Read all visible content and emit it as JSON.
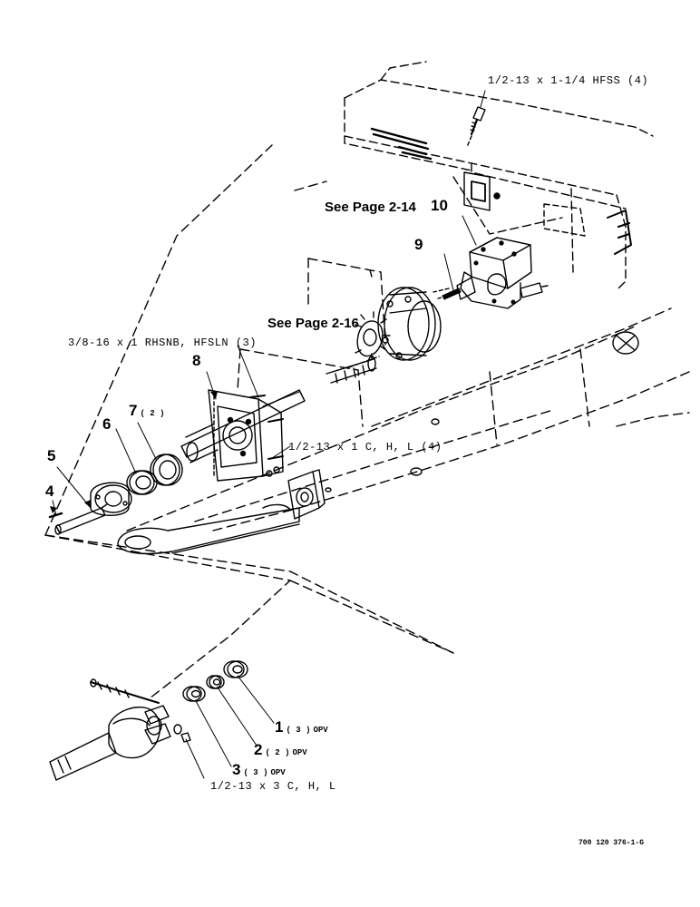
{
  "callouts": {
    "c1": {
      "num": "1",
      "qty": "( 3 )",
      "suffix": "OPV"
    },
    "c2": {
      "num": "2",
      "qty": "( 2 )",
      "suffix": "OPV"
    },
    "c3": {
      "num": "3",
      "qty": "( 3 )",
      "suffix": "OPV"
    },
    "c4": {
      "num": "4"
    },
    "c5": {
      "num": "5"
    },
    "c6": {
      "num": "6"
    },
    "c7": {
      "num": "7",
      "qty": "( 2 )"
    },
    "c8": {
      "num": "8"
    },
    "c9": {
      "num": "9"
    },
    "c10": {
      "num": "10"
    }
  },
  "notes": {
    "hfss": "1/2-13 x 1-1/4 HFSS (4)",
    "rhsnb": "3/8-16 x 1 RHSNB, HFSLN (3)",
    "chl4": "1/2-13 x 1 C, H, L (4)",
    "chl3": "1/2-13 x 3 C, H, L"
  },
  "see_page": {
    "p214": "See Page 2-14",
    "p216": "See Page 2-16"
  },
  "doc_number": "700 120 376-1-G"
}
